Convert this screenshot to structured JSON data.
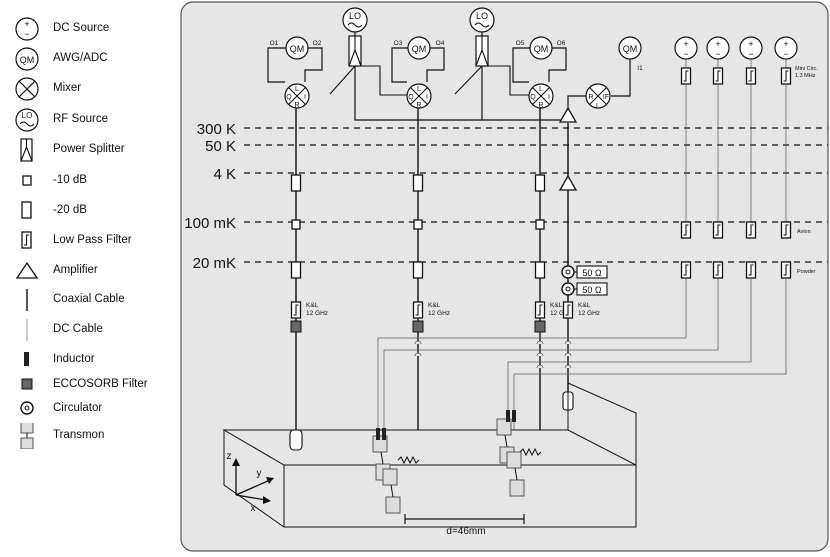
{
  "legend": [
    {
      "icon": "dc-source-icon",
      "label": "DC Source",
      "symbol": "+\n−"
    },
    {
      "icon": "awg-adc-icon",
      "label": "AWG/ADC",
      "symbol": "QM"
    },
    {
      "icon": "mixer-icon",
      "label": "Mixer"
    },
    {
      "icon": "rf-source-icon",
      "label": "RF Source",
      "symbol": "LO"
    },
    {
      "icon": "power-splitter-icon",
      "label": "Power Splitter"
    },
    {
      "icon": "attenuator-10db-icon",
      "label": "-10 dB"
    },
    {
      "icon": "attenuator-20db-icon",
      "label": "-20 dB"
    },
    {
      "icon": "low-pass-filter-icon",
      "label": "Low Pass Filter"
    },
    {
      "icon": "amplifier-icon",
      "label": "Amplifier"
    },
    {
      "icon": "coaxial-cable-icon",
      "label": "Coaxial Cable"
    },
    {
      "icon": "dc-cable-icon",
      "label": "DC Cable"
    },
    {
      "icon": "inductor-icon",
      "label": "Inductor"
    },
    {
      "icon": "eccosorb-filter-icon",
      "label": "ECCOSORB Filter"
    },
    {
      "icon": "circulator-icon",
      "label": "Circulator"
    },
    {
      "icon": "transmon-icon",
      "label": "Transmon"
    }
  ],
  "stages": [
    "300 K",
    "50 K",
    "4 K",
    "100 mK",
    "20 mK"
  ],
  "components": {
    "lo_label": "LO",
    "qm_label": "QM",
    "ports": [
      "O1",
      "O2",
      "O3",
      "O4",
      "O5",
      "O6",
      "I1"
    ],
    "mixer_ports": {
      "l": "L",
      "r": "R",
      "i": "I",
      "q": "Q",
      "if": "IF"
    },
    "filter_label_1": "K&L",
    "filter_label_2": "12 GHz",
    "load_label": "50 Ω",
    "mini_circ_1": "Mini Circ.",
    "mini_circ_2": "1.3 MHz",
    "avion_label": "Avion",
    "powder_label": "Powder",
    "dc_plus": "+",
    "dc_minus": "−"
  },
  "box": {
    "axis_z": "z",
    "axis_y": "y",
    "axis_x": "x",
    "distance_label": "d=46mm"
  },
  "colors": {
    "panel_fill": "#e6e6e6",
    "panel_stroke": "#555555",
    "line": "#111111",
    "eccosorb": "#666666",
    "transmon": "#dddddd"
  }
}
